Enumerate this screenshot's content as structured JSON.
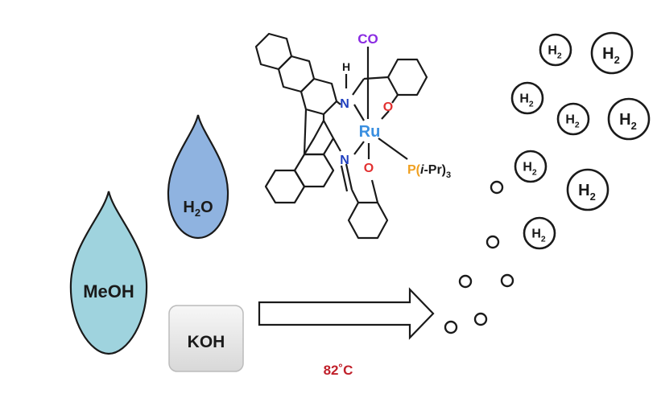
{
  "reactants": {
    "meoh": {
      "label": "MeOH",
      "color": "#9fd3de"
    },
    "water": {
      "label": "H",
      "sub": "2",
      "tail": "O",
      "color": "#8fb3e0"
    },
    "koh": {
      "label": "KOH"
    }
  },
  "catalyst": {
    "co": "CO",
    "metal": "Ru",
    "amine_h": "H",
    "n1": "N",
    "n2": "N",
    "o1": "O",
    "o2": "O",
    "phosphine_p": "P(",
    "phosphine_i": "i",
    "phosphine_rest": "-Pr)",
    "phosphine_sub": "3",
    "colors": {
      "co": "#8a2be2",
      "metal": "#3a8fe0",
      "n": "#1f3fbf",
      "o": "#e23030",
      "p": "#f0a020"
    }
  },
  "conditions": {
    "temperature": "82˚C",
    "color": "#c0202a"
  },
  "products": {
    "h2_main": "H",
    "h2_sub": "2"
  }
}
